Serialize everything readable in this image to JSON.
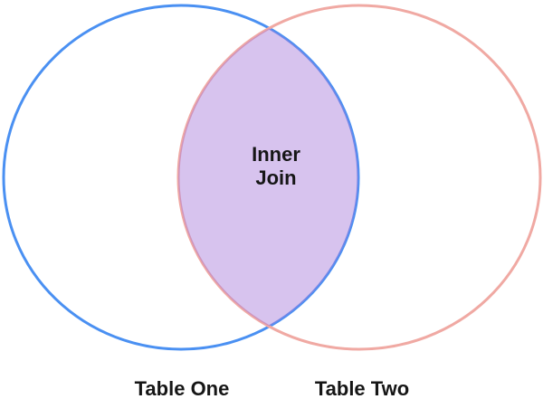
{
  "diagram": {
    "type": "venn-two-sets",
    "left_circle": {
      "label": "Table One",
      "stroke_color": "#4a90f2"
    },
    "right_circle": {
      "label": "Table Two",
      "stroke_color": "#f0a9a3"
    },
    "intersection": {
      "label_line1": "Inner",
      "label_line2": "Join",
      "fill_color": "rgba(167,122,218,0.45)",
      "fill_hex_on_white": "#d7c3ee"
    },
    "text_color": "#161616"
  }
}
